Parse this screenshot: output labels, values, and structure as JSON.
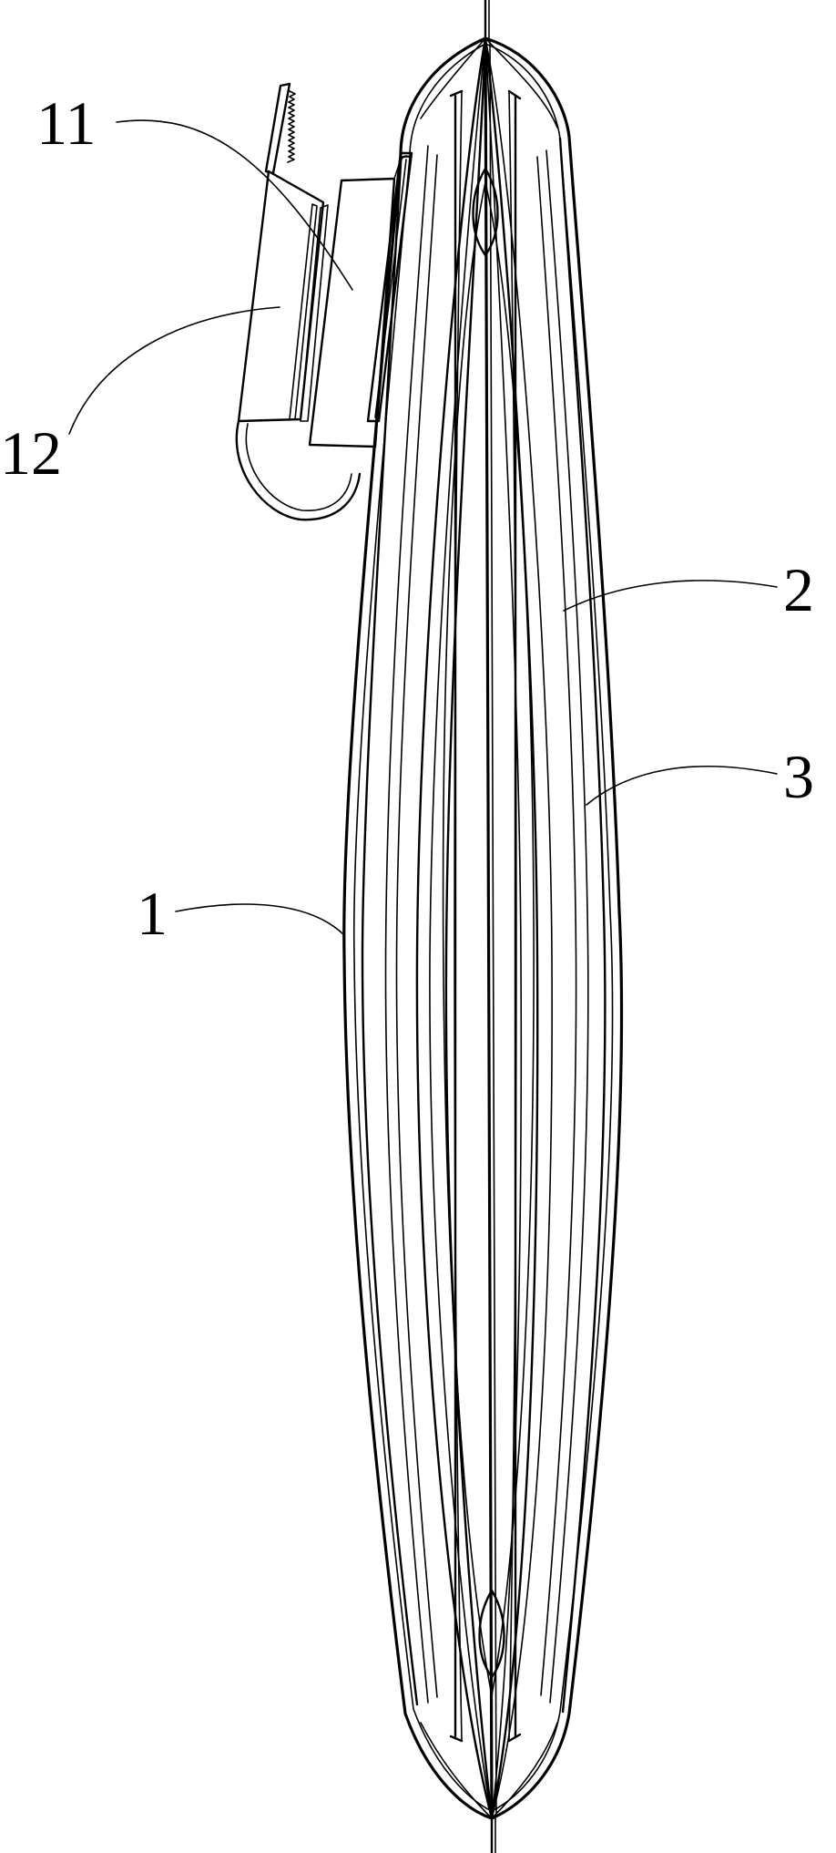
{
  "figure": {
    "reference_numerals": [
      {
        "id": "11",
        "text": "11"
      },
      {
        "id": "12",
        "text": "12"
      },
      {
        "id": "2",
        "text": "2"
      },
      {
        "id": "3",
        "text": "3"
      },
      {
        "id": "1",
        "text": "1"
      }
    ],
    "line_color": "#000000",
    "background_color": "#ffffff"
  }
}
